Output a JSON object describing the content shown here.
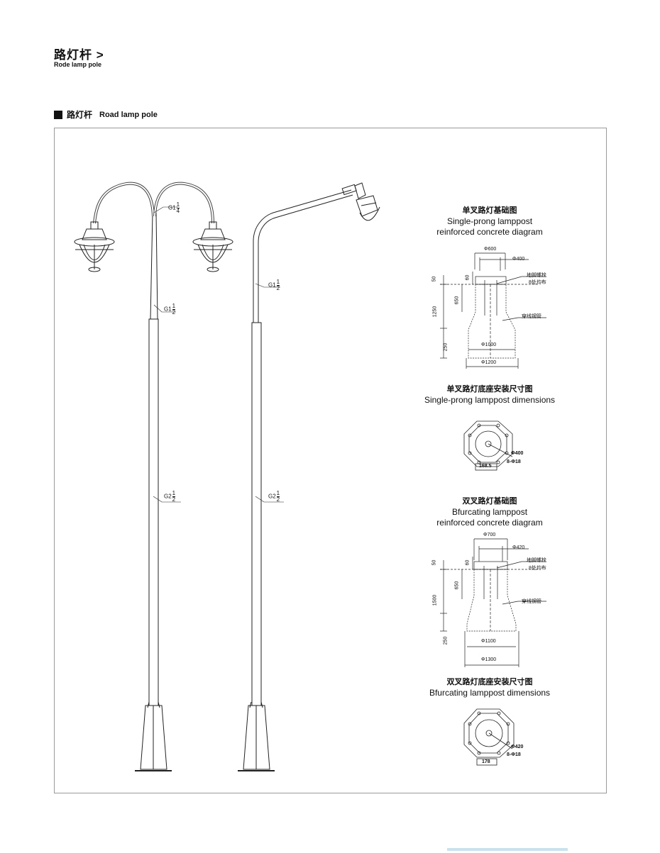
{
  "header": {
    "title": "路灯杆 >",
    "subtitle": "Rode lamp pole"
  },
  "section": {
    "title_cn": "路灯杆",
    "title_en": "Road lamp pole"
  },
  "poles": {
    "double_arm": {
      "labels": [
        {
          "text": "G1",
          "frac_num": "1",
          "frac_den": "4"
        },
        {
          "text": "G1",
          "frac_num": "1",
          "frac_den": "2"
        },
        {
          "text": "G2",
          "frac_num": "1",
          "frac_den": "2"
        }
      ]
    },
    "single_arm": {
      "labels": [
        {
          "text": "G1",
          "frac_num": "1",
          "frac_den": "2"
        },
        {
          "text": "G2",
          "frac_num": "1",
          "frac_den": "2"
        }
      ]
    }
  },
  "single_prong": {
    "foundation_title_cn": "单叉路灯基础图",
    "foundation_title_en1": "Single-prong lamppost",
    "foundation_title_en2": "reinforced concrete diagram",
    "dims": {
      "top_width": "Φ600",
      "bolt_circle": "Φ400",
      "d50": "50",
      "d60": "60",
      "d650": "650",
      "d1250": "1250",
      "d250": "250",
      "bottom_inner": "Φ1000",
      "bottom_outer": "Φ1200",
      "anchor_note1": "地脚螺栓",
      "anchor_note2": "8处均布",
      "pipe_note": "穿线钢管"
    },
    "base_title_cn": "单叉路灯底座安装尺寸图",
    "base_title_en": "Single-prong lamppost dimensions",
    "base_dims": {
      "circle": "Φ400",
      "holes": "8-Φ18",
      "offset": "168.5"
    }
  },
  "bifurcating": {
    "foundation_title_cn": "双叉路灯基础图",
    "foundation_title_en1": "Bfurcating lamppost",
    "foundation_title_en2": "reinforced concrete diagram",
    "dims": {
      "top_width": "Φ700",
      "bolt_circle": "Φ420",
      "d50": "50",
      "d60": "60",
      "d650": "650",
      "d1500": "1500",
      "d250": "250",
      "bottom_inner": "Φ1100",
      "bottom_outer": "Φ1300",
      "anchor_note1": "地脚螺栓",
      "anchor_note2": "8处均布",
      "pipe_note": "穿线钢管"
    },
    "base_title_cn": "双叉路灯底座安装尺寸图",
    "base_title_en": "Bfurcating lamppost dimensions",
    "base_dims": {
      "circle": "Φ420",
      "holes": "8-Φ18",
      "offset": "178"
    }
  }
}
